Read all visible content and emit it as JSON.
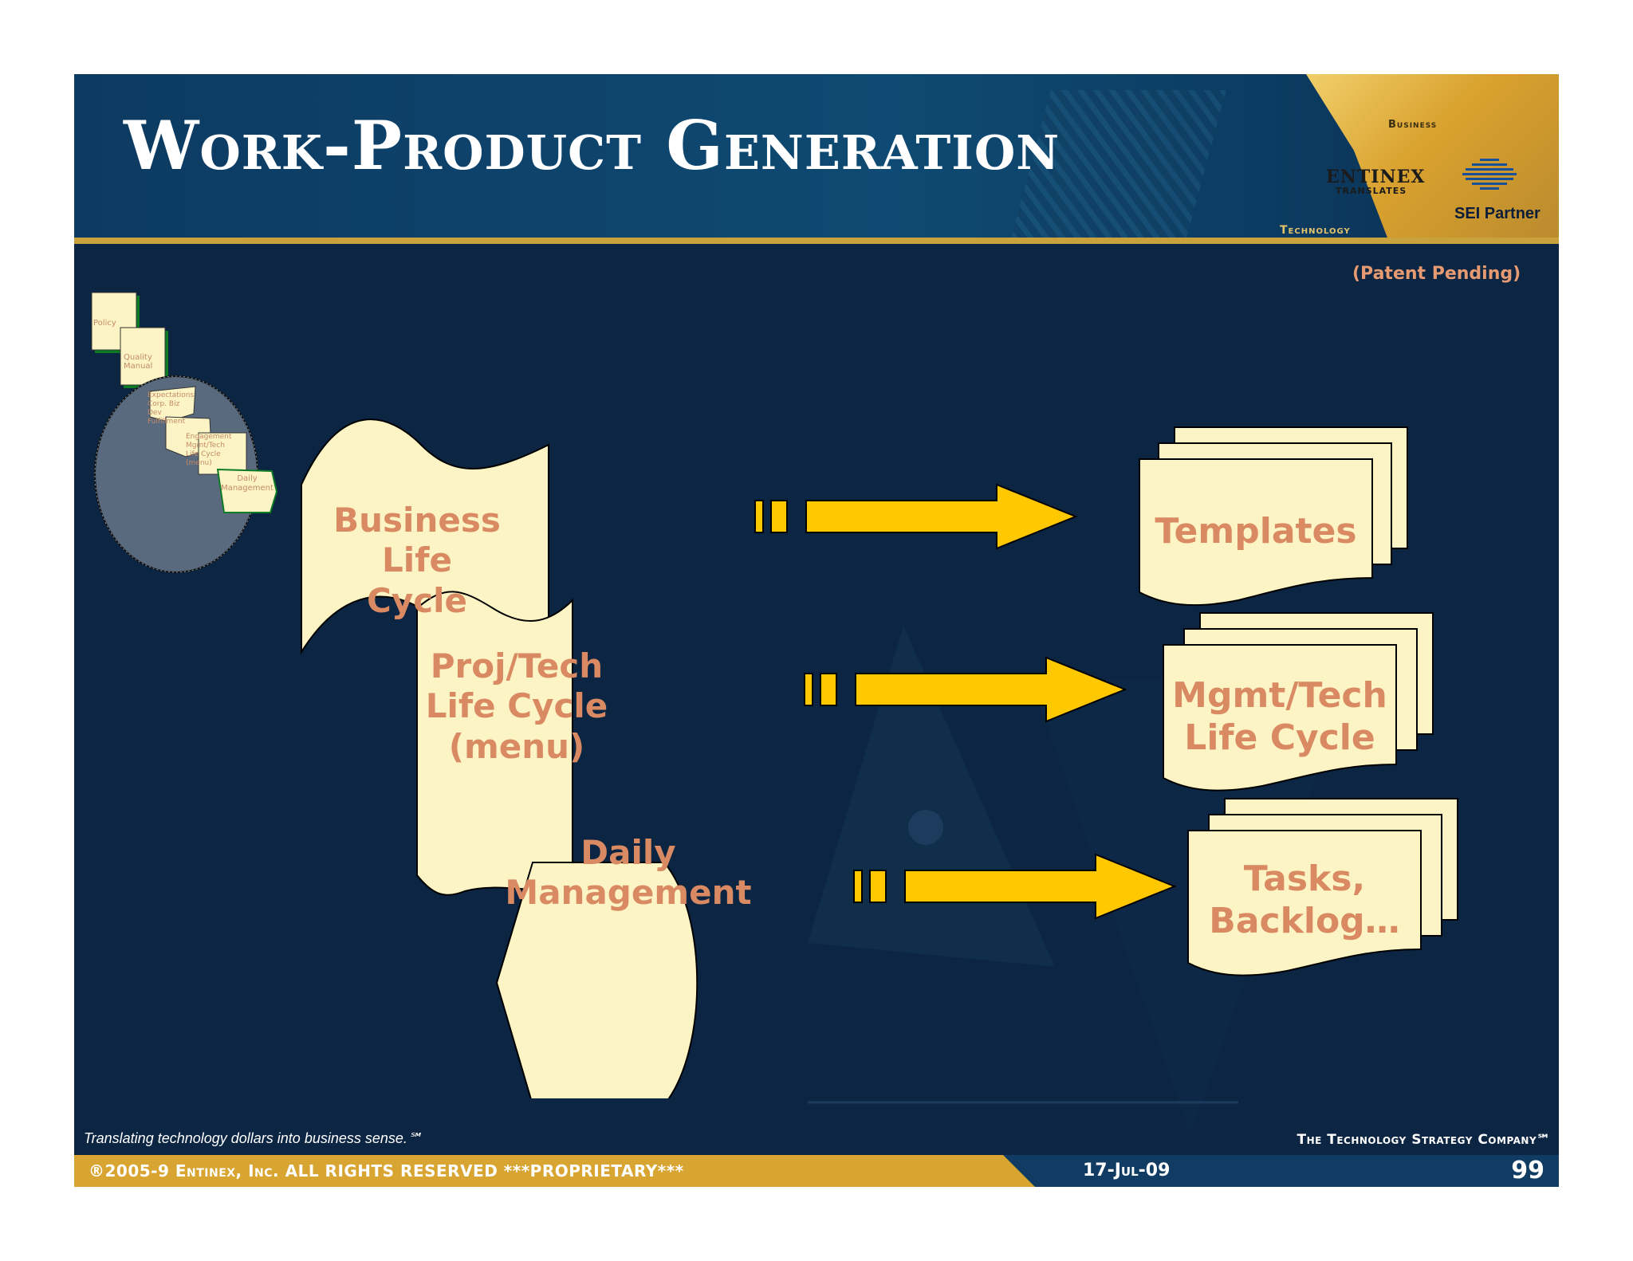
{
  "header": {
    "title": "Work-Product Generation",
    "logo": {
      "business": "Business",
      "name": "ENTINEX",
      "translates": "TRANSLATES",
      "technology": "Technology",
      "partner": "SEI Partner"
    }
  },
  "patent_note": "(Patent Pending)",
  "thumbnail": {
    "labels": [
      "Policy",
      "Quality Manual",
      "Expectations Corp. Biz Dev Fulfillment Life Cycle",
      "Engagement Mgmt/Tech Life Cycle (menu)",
      "Daily Management"
    ]
  },
  "sources": [
    {
      "line1": "Business",
      "line2": "Life Cycle",
      "line3": ""
    },
    {
      "line1": "Proj/Tech",
      "line2": "Life Cycle",
      "line3": "(menu)"
    },
    {
      "line1": "Daily",
      "line2": "Management",
      "line3": ""
    }
  ],
  "outputs": [
    {
      "line1": "Templates",
      "line2": ""
    },
    {
      "line1": "Mgmt/Tech",
      "line2": "Life Cycle"
    },
    {
      "line1": "Tasks,",
      "line2": "Backlog…"
    }
  ],
  "colors": {
    "background": "#0b2542",
    "header": "#0e4a73",
    "accent_gold": "#d9a532",
    "arrow": "#ffc800",
    "document_fill": "#fcf4c4",
    "label_text": "#d98a62"
  },
  "footer": {
    "tagline": "Translating technology dollars into business sense.℠",
    "company": "The Technology Strategy Company℠",
    "copyright": "®2005-9 Entinex, Inc. ALL RIGHTS RESERVED  ***PROPRIETARY***",
    "date": "17-Jul-09",
    "page": "99"
  }
}
